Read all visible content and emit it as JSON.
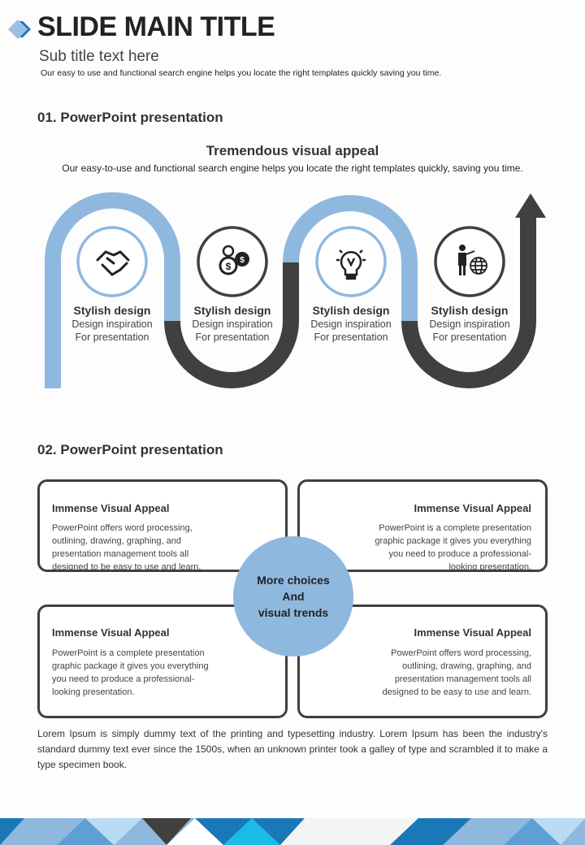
{
  "header": {
    "title": "SLIDE MAIN TITLE",
    "subtitle": "Sub title text here",
    "description": "Our easy to use and functional search engine  helps you locate the right templates quickly saving you time."
  },
  "section1": {
    "label": "01. PowerPoint presentation",
    "heading": "Tremendous visual appeal",
    "description": "Our easy-to-use and functional search engine helps you locate the right templates quickly, saving you time.",
    "steps": [
      {
        "icon": "handshake-icon",
        "title": "Stylish design",
        "line1": "Design inspiration",
        "line2": "For presentation"
      },
      {
        "icon": "coins-icon",
        "title": "Stylish design",
        "line1": "Design inspiration",
        "line2": "For presentation"
      },
      {
        "icon": "lightbulb-icon",
        "title": "Stylish design",
        "line1": "Design inspiration",
        "line2": "For presentation"
      },
      {
        "icon": "presenter-globe-icon",
        "title": "Stylish design",
        "line1": "Design inspiration",
        "line2": "For presentation"
      }
    ]
  },
  "section2": {
    "label": "02. PowerPoint presentation",
    "center": {
      "line1": "More choices",
      "line2": "And",
      "line3": "visual trends"
    },
    "boxes": [
      {
        "title": "Immense Visual Appeal",
        "text": "PowerPoint offers word processing, outlining, drawing, graphing, and presentation management tools all designed to be easy to use and learn."
      },
      {
        "title": "Immense Visual Appeal",
        "text": "PowerPoint is a complete presentation graphic package it gives you everything you need to produce a professional-looking presentation."
      },
      {
        "title": "Immense Visual Appeal",
        "text": "PowerPoint is a complete presentation graphic package it gives you everything you need to produce a professional-looking presentation."
      },
      {
        "title": "Immense Visual Appeal",
        "text": "PowerPoint offers word processing, outlining, drawing, graphing, and presentation management tools all designed to be easy to use and learn."
      }
    ],
    "footer_text": "Lorem Ipsum is simply dummy text of the printing and typesetting industry. Lorem Ipsum has been the industry's standard dummy text ever since the 1500s, when an unknown printer took a galley of type and scrambled it to make a type specimen book."
  },
  "colors": {
    "blue": "#8fb8df",
    "dark": "#404040",
    "accent": "#1a78b8"
  }
}
